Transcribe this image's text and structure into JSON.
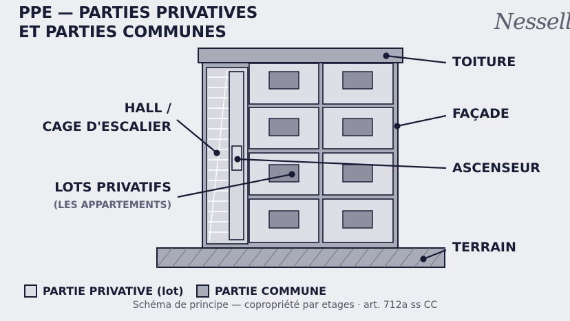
{
  "title": {
    "line1": "PPE — PARTIES PRIVATIVES",
    "line2": "ET PARTIES COMMUNES"
  },
  "logo": {
    "text": "Nessell"
  },
  "labels": {
    "toiture": "TOITURE",
    "facade": "FAÇADE",
    "ascenseur": "ASCENSEUR",
    "terrain": "TERRAIN",
    "hall_line1": "HALL /",
    "hall_line2": "CAGE D'ESCALIER",
    "lots_line1": "LOTS PRIVATIFS",
    "lots_line2": "(LES APPARTEMENTS)"
  },
  "legend": {
    "private": {
      "label": "PARTIE PRIVATIVE (lot)",
      "color": "#dedfe6"
    },
    "common": {
      "label": "PARTIE COMMUNE",
      "color": "#a9abb8"
    }
  },
  "caption": "Schéma de principe — copropriété par etages · art. 712a ss CC",
  "colors": {
    "ink": "#181c34",
    "common": "#a9abb8",
    "private": "#dedfe6",
    "window": "#8e909f"
  }
}
